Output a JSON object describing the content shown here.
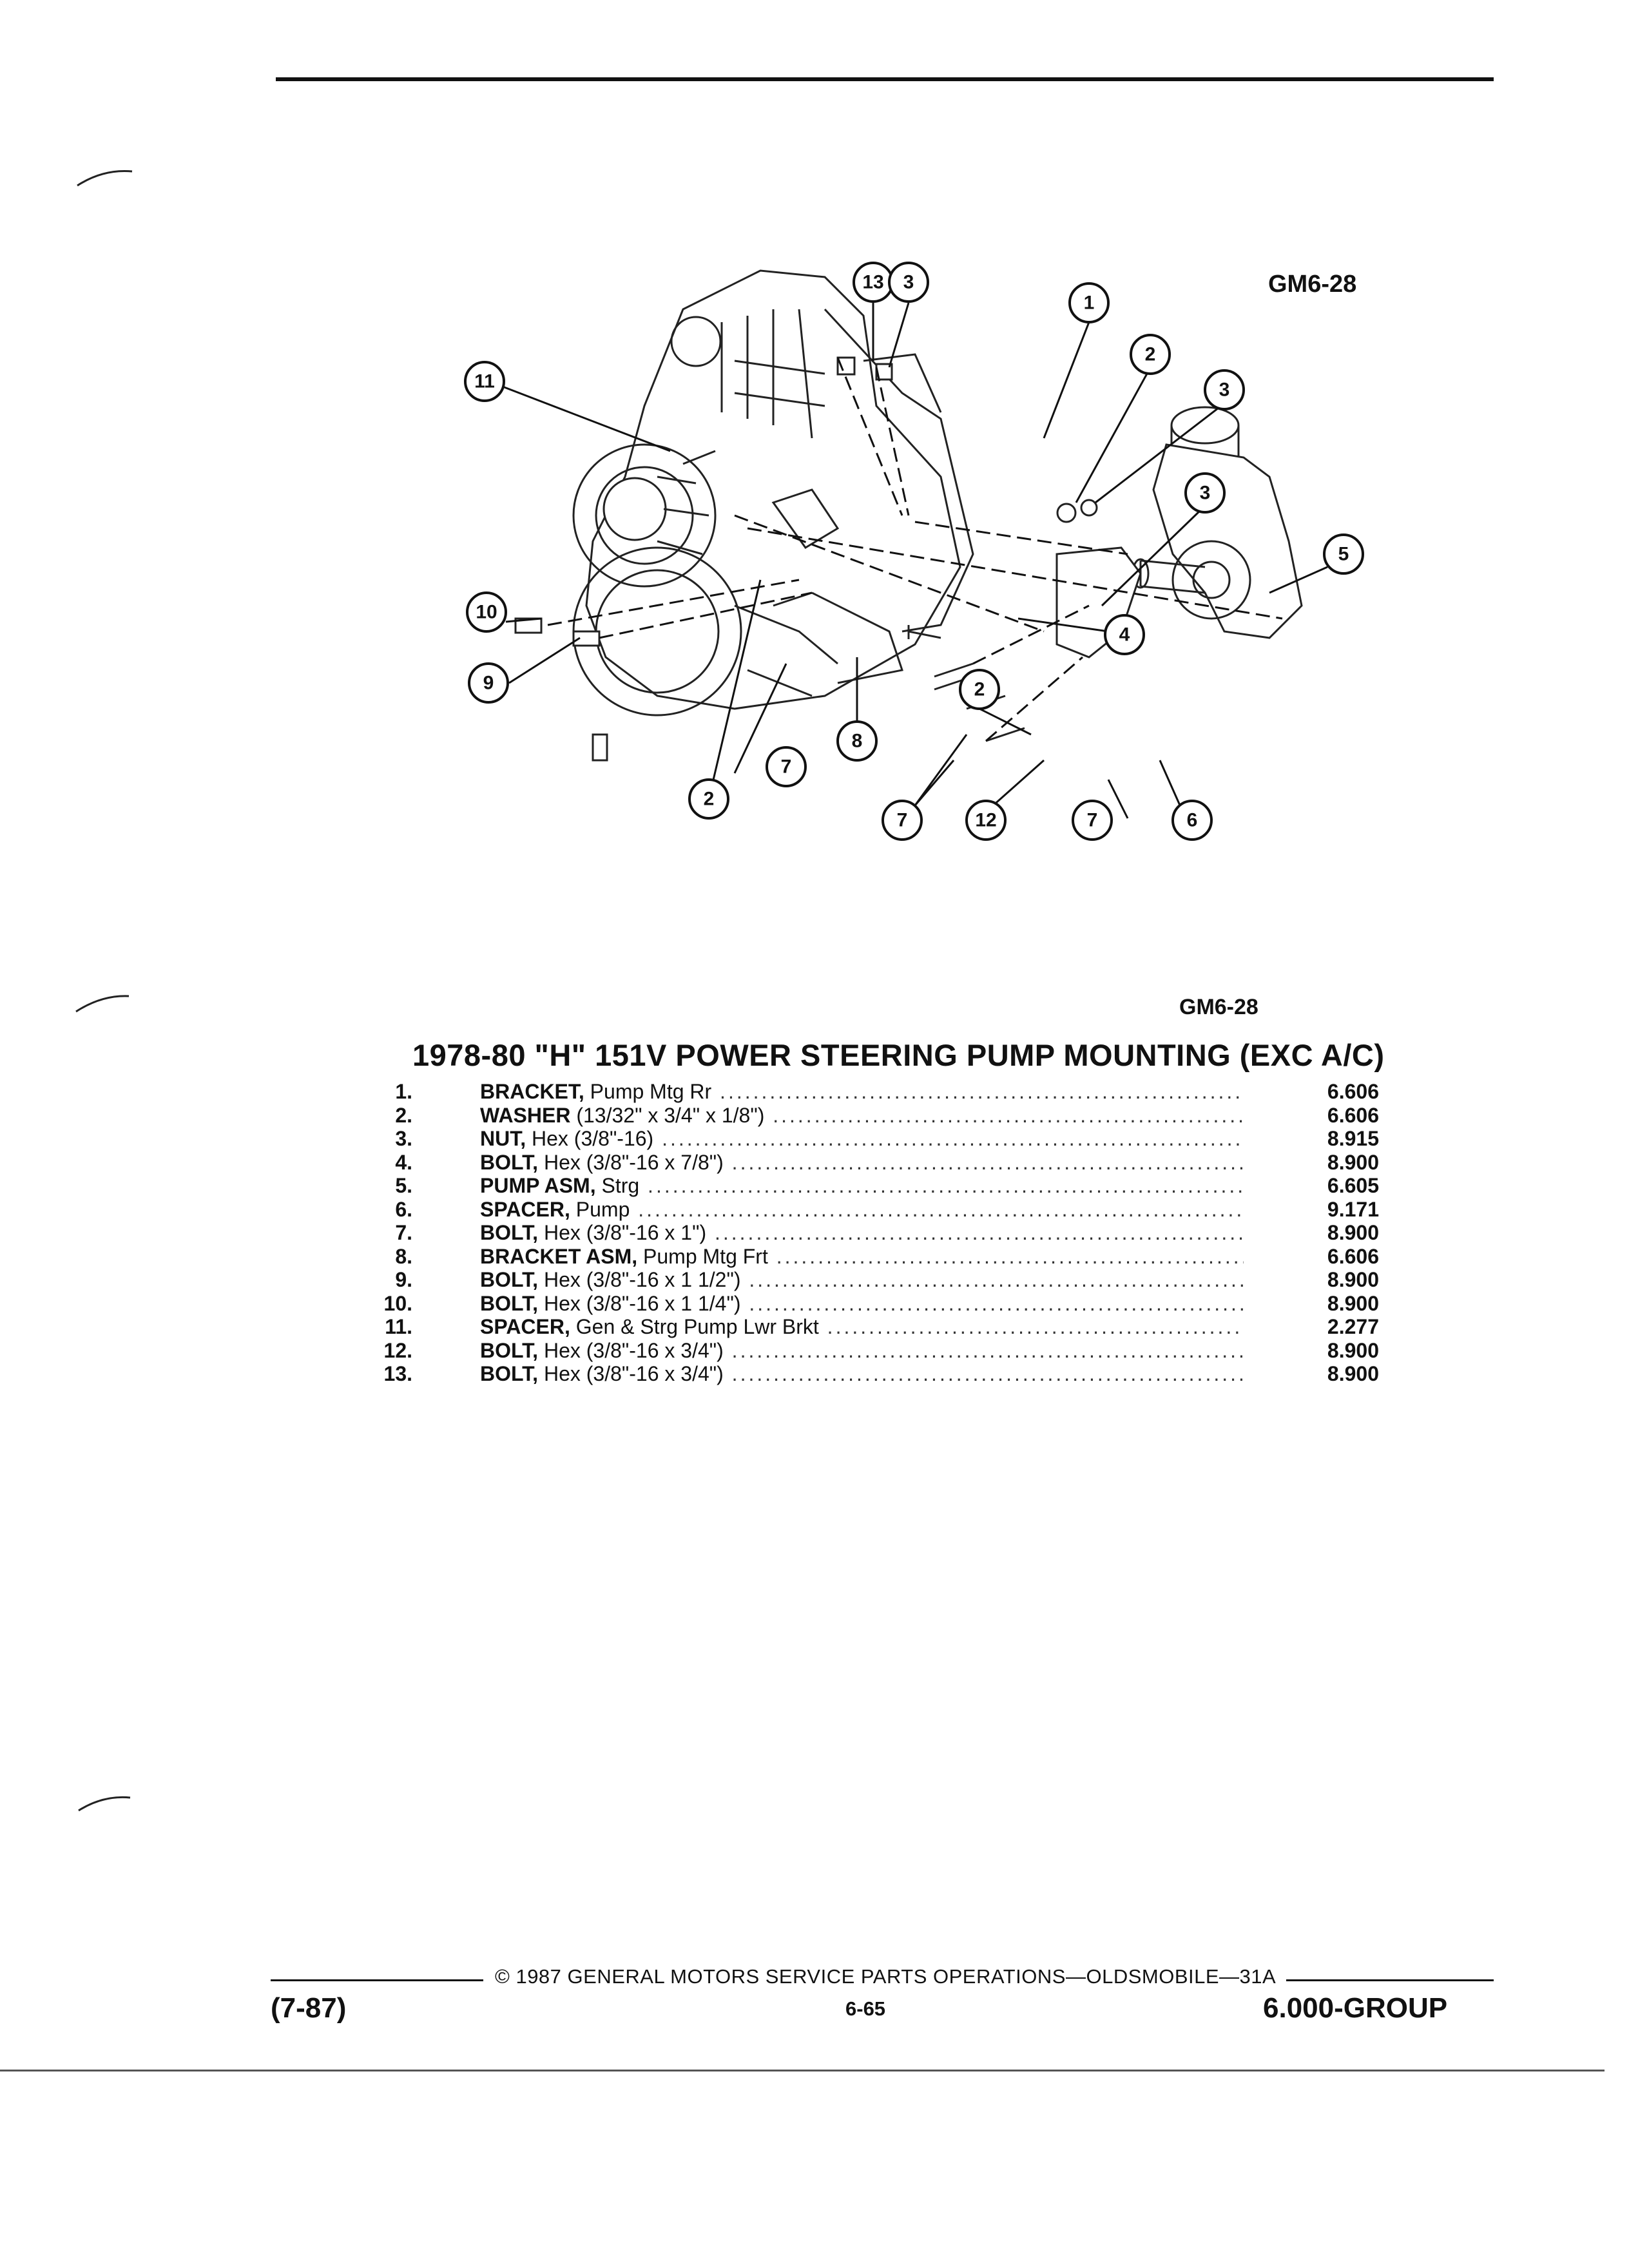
{
  "header": {
    "figure_code_top": "GM6-28"
  },
  "diagram": {
    "callouts": {
      "c13": "13",
      "c3a": "3",
      "c1": "1",
      "c2a": "2",
      "c3b": "3",
      "c3c": "3",
      "c11": "11",
      "c5": "5",
      "c4": "4",
      "c10": "10",
      "c9": "9",
      "c2b": "2",
      "c8": "8",
      "c7a": "7",
      "c2c": "2",
      "c7b": "7",
      "c12": "12",
      "c7c": "7",
      "c6": "6"
    }
  },
  "figure_code_bottom": "GM6-28",
  "title": "1978-80 \"H\" 151V POWER STEERING PUMP MOUNTING (EXC A/C)",
  "parts": [
    {
      "num": "1.",
      "name": "BRACKET,",
      "desc": "Pump Mtg Rr",
      "code": "6.606"
    },
    {
      "num": "2.",
      "name": "WASHER",
      "desc": "(13/32\" x 3/4\" x 1/8\")",
      "code": "6.606"
    },
    {
      "num": "3.",
      "name": "NUT,",
      "desc": "Hex (3/8\"-16)",
      "code": "8.915"
    },
    {
      "num": "4.",
      "name": "BOLT,",
      "desc": "Hex (3/8\"-16 x 7/8\")",
      "code": "8.900"
    },
    {
      "num": "5.",
      "name": "PUMP ASM,",
      "desc": "Strg",
      "code": "6.605"
    },
    {
      "num": "6.",
      "name": "SPACER,",
      "desc": "Pump",
      "code": "9.171"
    },
    {
      "num": "7.",
      "name": "BOLT,",
      "desc": "Hex (3/8\"-16 x 1\")",
      "code": "8.900"
    },
    {
      "num": "8.",
      "name": "BRACKET ASM,",
      "desc": "Pump Mtg Frt",
      "code": "6.606"
    },
    {
      "num": "9.",
      "name": "BOLT,",
      "desc": "Hex (3/8\"-16 x 1 1/2\")",
      "code": "8.900"
    },
    {
      "num": "10.",
      "name": "BOLT,",
      "desc": "Hex (3/8\"-16 x 1 1/4\")",
      "code": "8.900"
    },
    {
      "num": "11.",
      "name": "SPACER,",
      "desc": "Gen & Strg Pump Lwr Brkt",
      "code": "2.277"
    },
    {
      "num": "12.",
      "name": "BOLT,",
      "desc": "Hex (3/8\"-16 x 3/4\")",
      "code": "8.900"
    },
    {
      "num": "13.",
      "name": "BOLT,",
      "desc": "Hex (3/8\"-16 x 3/4\")",
      "code": "8.900"
    }
  ],
  "footer": {
    "copyright": "© 1987 GENERAL MOTORS SERVICE PARTS OPERATIONS—OLDSMOBILE—31A",
    "date": "(7-87)",
    "page": "6-65",
    "group": "6.000-GROUP"
  }
}
